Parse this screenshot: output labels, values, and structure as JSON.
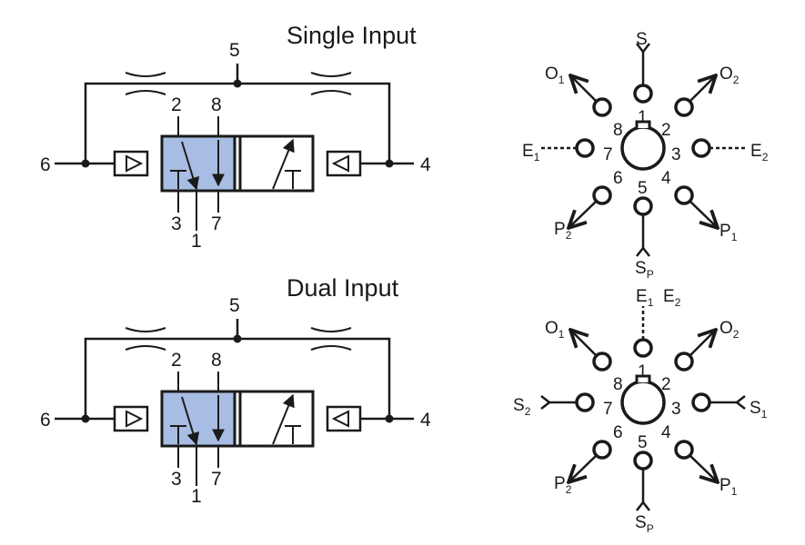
{
  "colors": {
    "ink": "#1a1a1a",
    "valve_fill": "#a8bde3",
    "background": "#ffffff"
  },
  "single": {
    "title": "Single Input",
    "ports": {
      "p5": "5",
      "p6": "6",
      "p4": "4",
      "p2": "2",
      "p8": "8",
      "p3": "3",
      "p7": "7",
      "p1": "1"
    },
    "rotary": {
      "center": {
        "n1": "1",
        "n2": "2",
        "n3": "3",
        "n4": "4",
        "n5": "5",
        "n6": "6",
        "n7": "7",
        "n8": "8"
      },
      "s_top": {
        "main": "S",
        "sub": ""
      },
      "o1": {
        "main": "O",
        "sub": "1"
      },
      "o2": {
        "main": "O",
        "sub": "2"
      },
      "e1": {
        "main": "E",
        "sub": "1"
      },
      "e2": {
        "main": "E",
        "sub": "2"
      },
      "p2": {
        "main": "P",
        "sub": "2"
      },
      "p1": {
        "main": "P",
        "sub": "1"
      },
      "sp": {
        "main": "S",
        "sub": "P"
      }
    }
  },
  "dual": {
    "title": "Dual Input",
    "ports": {
      "p5": "5",
      "p6": "6",
      "p4": "4",
      "p2": "2",
      "p8": "8",
      "p3": "3",
      "p7": "7",
      "p1": "1"
    },
    "rotary": {
      "center": {
        "n1": "1",
        "n2": "2",
        "n3": "3",
        "n4": "4",
        "n5": "5",
        "n6": "6",
        "n7": "7",
        "n8": "8"
      },
      "e1": {
        "main": "E",
        "sub": "1"
      },
      "e2": {
        "main": "E",
        "sub": "2"
      },
      "o1": {
        "main": "O",
        "sub": "1"
      },
      "o2": {
        "main": "O",
        "sub": "2"
      },
      "s2": {
        "main": "S",
        "sub": "2"
      },
      "s1": {
        "main": "S",
        "sub": "1"
      },
      "p2": {
        "main": "P",
        "sub": "2"
      },
      "p1": {
        "main": "P",
        "sub": "1"
      },
      "sp": {
        "main": "S",
        "sub": "P"
      }
    }
  }
}
